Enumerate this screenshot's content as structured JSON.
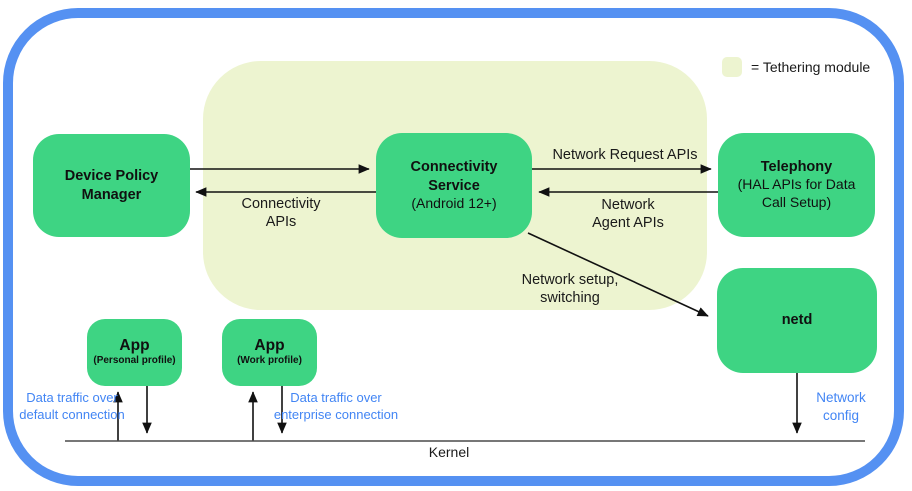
{
  "legend": {
    "label": "= Tethering module"
  },
  "colors": {
    "node_green": "#3ed483",
    "tethering_bg": "#edf4d0",
    "border_blue": "#5591f2",
    "label_blue": "#4285f4"
  },
  "nodes": {
    "device_policy_manager": {
      "title": "Device Policy\nManager"
    },
    "connectivity_service": {
      "title": "Connectivity\nService",
      "subtitle": "(Android 12+)"
    },
    "telephony": {
      "title": "Telephony",
      "subtitle": "(HAL APIs for Data\nCall Setup)"
    },
    "netd": {
      "title": "netd"
    },
    "app_personal": {
      "title": "App",
      "subtitle": "(Personal profile)"
    },
    "app_work": {
      "title": "App",
      "subtitle": "(Work profile)"
    }
  },
  "edges": {
    "connectivity_apis": "Connectivity\nAPIs",
    "network_request_apis": "Network Request APIs",
    "network_agent_apis": "Network\nAgent APIs",
    "network_setup_switching": "Network setup,\nswitching",
    "data_traffic_default": "Data traffic over\ndefault connection",
    "data_traffic_enterprise": "Data traffic over\nenterprise connection",
    "network_config": "Network\nconfig"
  },
  "kernel": {
    "label": "Kernel"
  }
}
